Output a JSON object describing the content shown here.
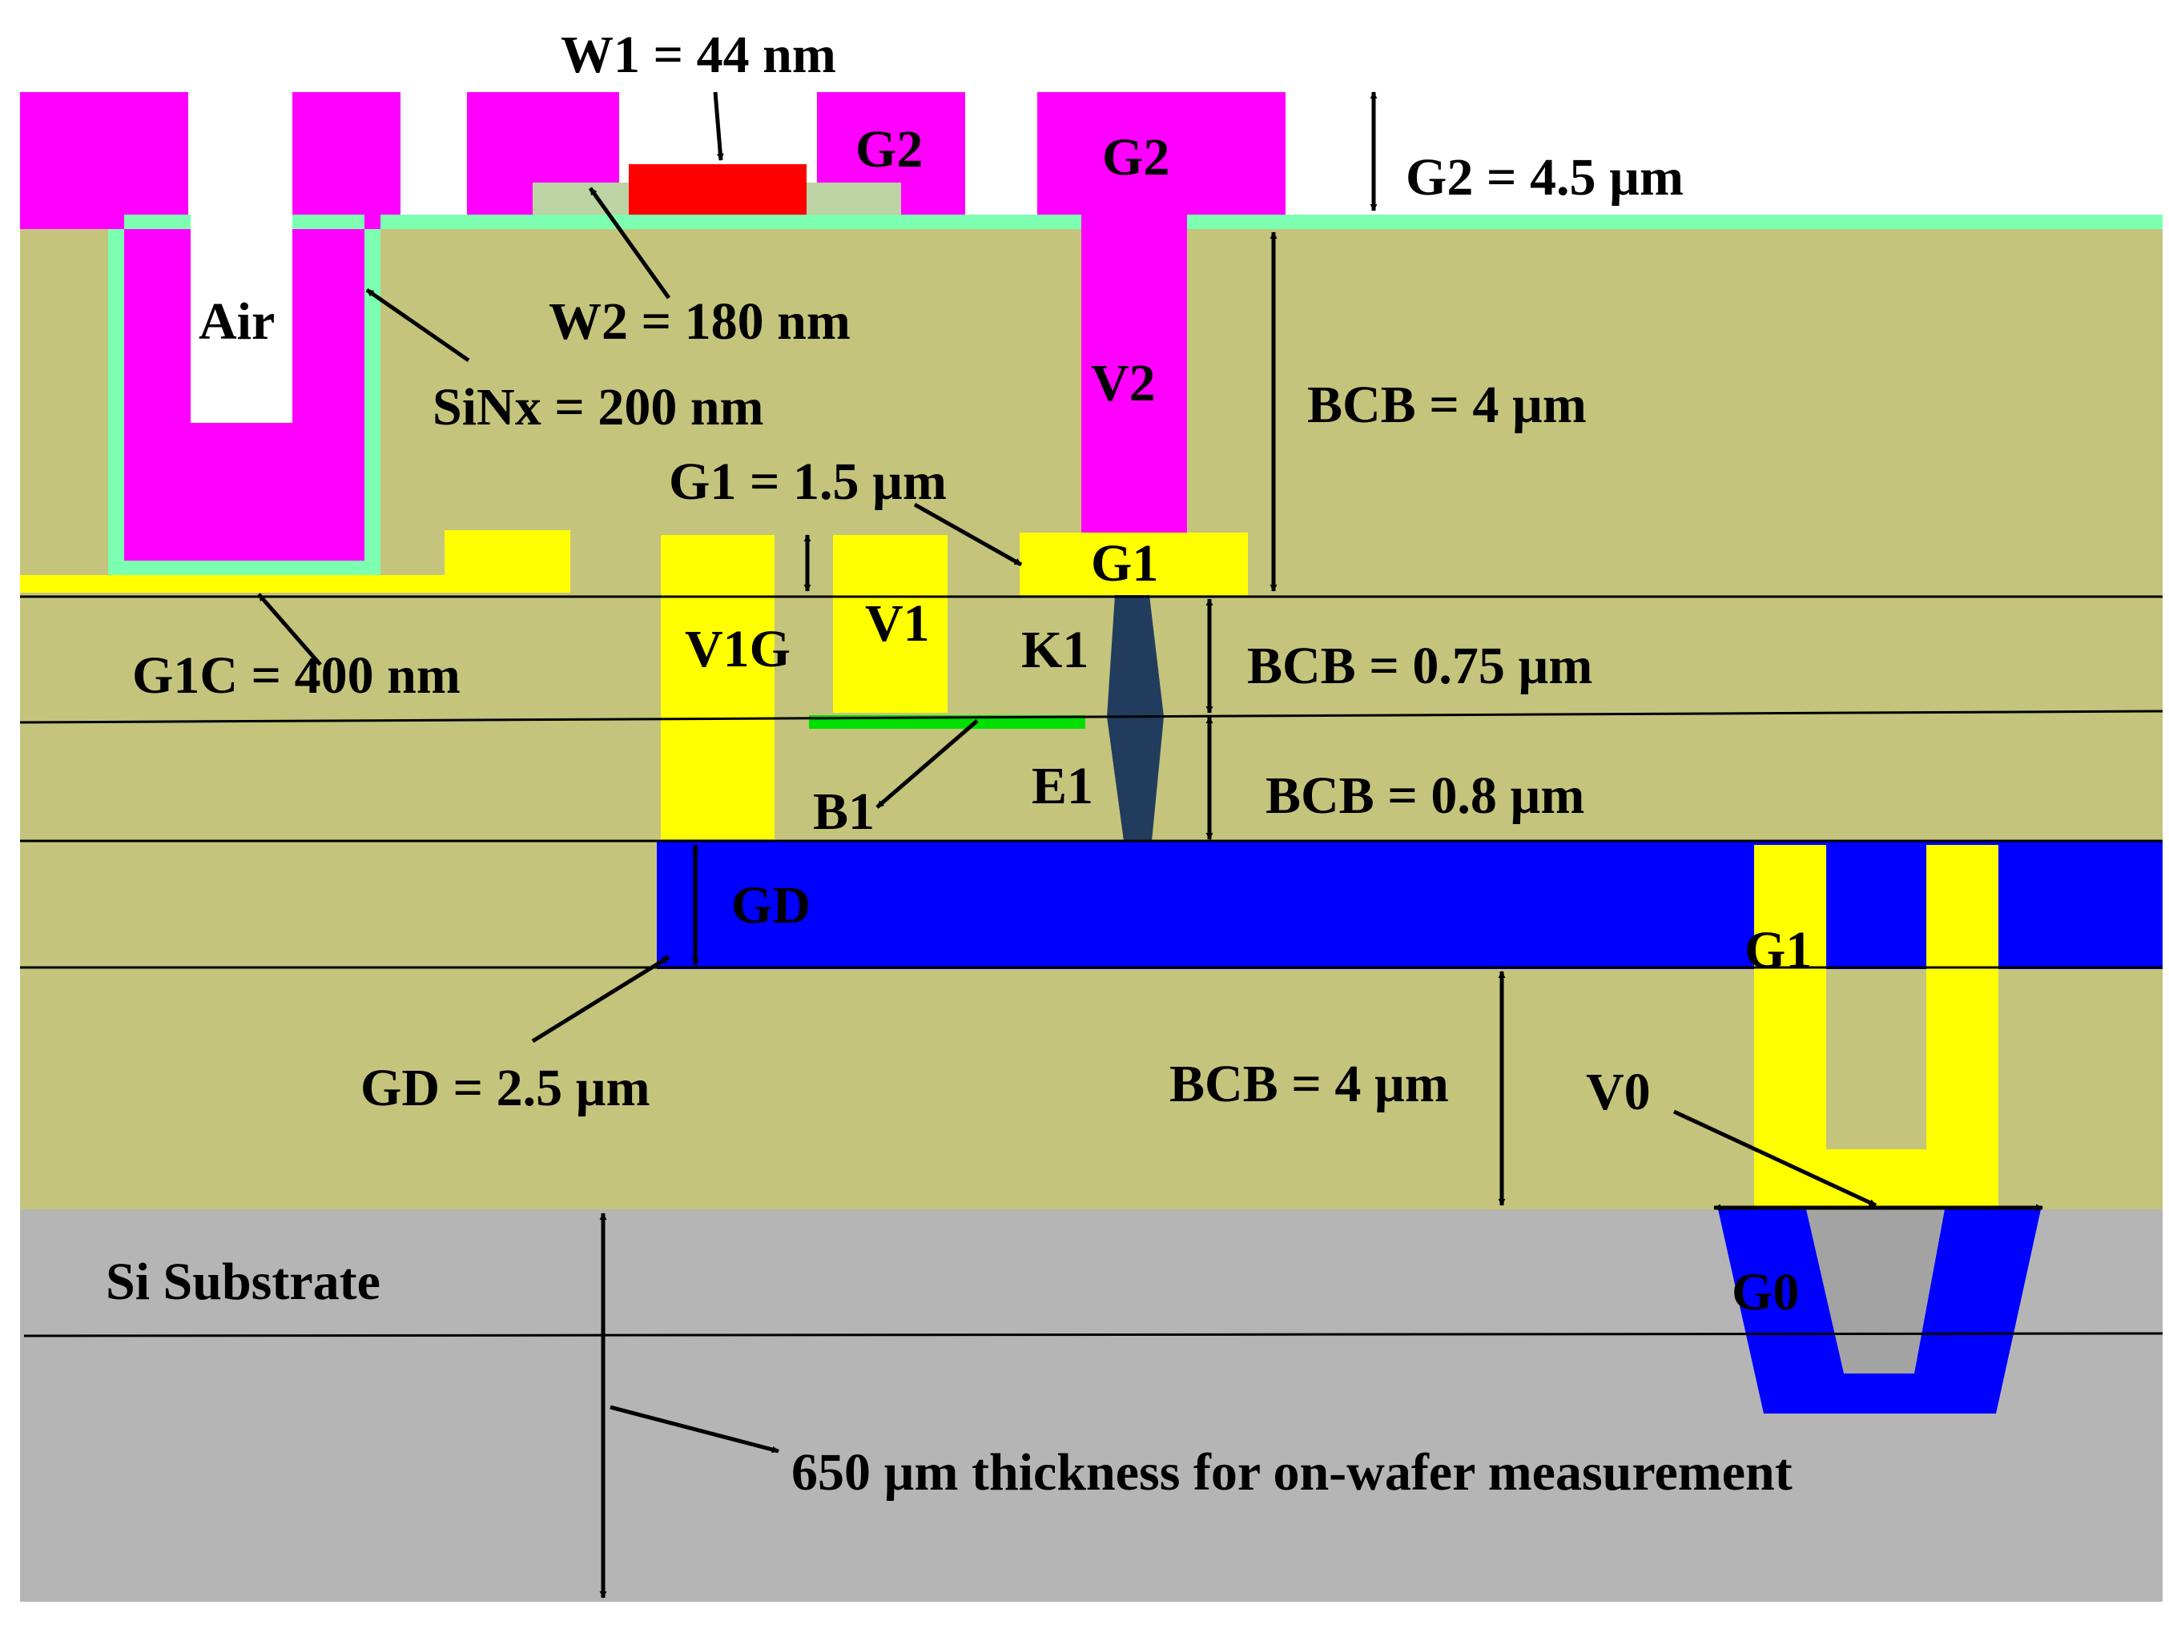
{
  "colors": {
    "bcb": "#c4c47c",
    "g2_metal": "#ff00ff",
    "g1_metal": "#ffff00",
    "gd_metal": "#0000ff",
    "substrate": "#b5b5b5",
    "sinx": "#7cffb0",
    "w1_resistor": "#ff0000",
    "w2_pad": "#bcd3a3",
    "b1_base": "#00e000",
    "e1_k1_via": "#213c5c",
    "air": "#ffffff",
    "v0_fill": "#a3a3a3",
    "lines": "#000000"
  },
  "labels": {
    "w1": "W1 = 44 nm",
    "g2_left": "G2",
    "g2_right": "G2",
    "g2_thickness": "G2 = 4.5 µm",
    "air": "Air",
    "w2": "W2 = 180 nm",
    "v2": "V2",
    "bcb_top": "BCB = 4 µm",
    "sinx": "SiNx = 200 nm",
    "g1_thickness": "G1 = 1.5 µm",
    "g1_top": "G1",
    "v1g": "V1G",
    "v1": "V1",
    "k1": "K1",
    "bcb_075": "BCB = 0.75 µm",
    "g1c": "G1C = 400 nm",
    "e1": "E1",
    "bcb_08": "BCB = 0.8 µm",
    "b1": "B1",
    "gd": "GD",
    "g1_right": "G1",
    "bcb_bottom": "BCB = 4 µm",
    "v0": "V0",
    "gd_thickness": "GD = 2.5 µm",
    "si_substrate": "Si Substrate",
    "g0": "G0",
    "substrate_note": "650 µm thickness for on-wafer measurement"
  }
}
